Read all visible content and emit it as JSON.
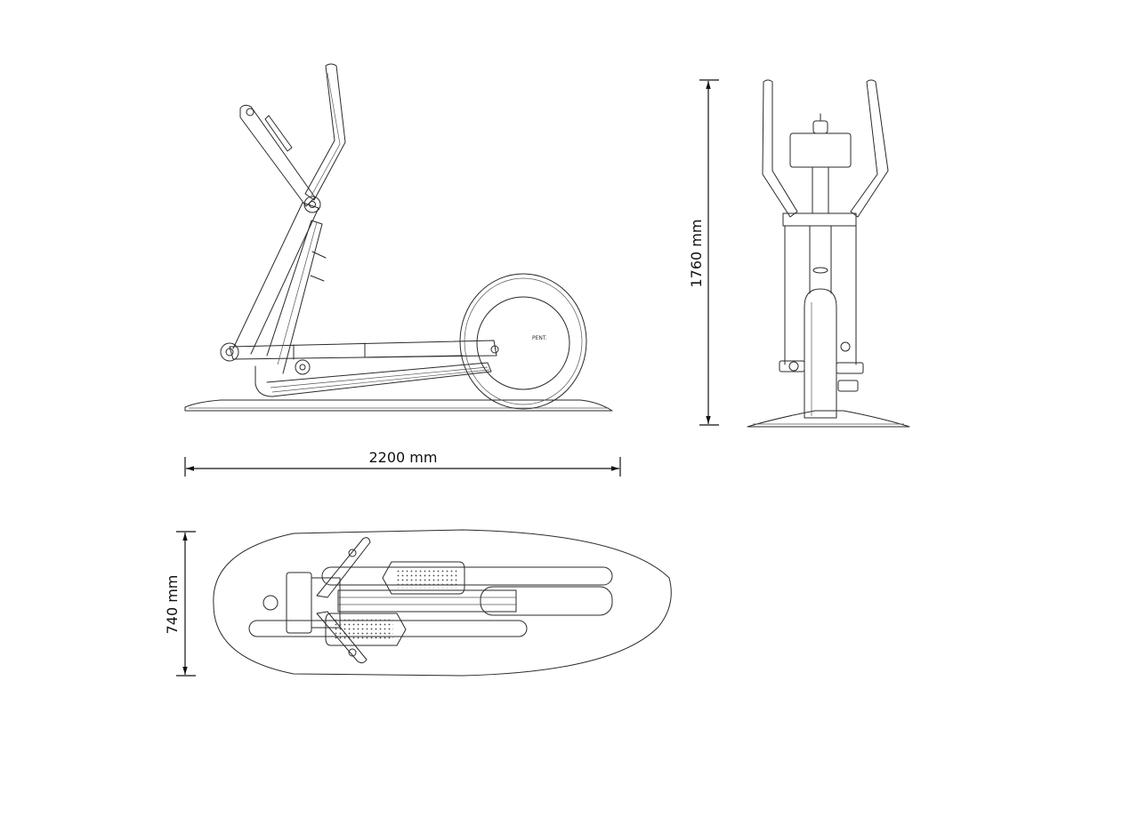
{
  "dimensions": {
    "length": "2200 mm",
    "height": "1760 mm",
    "width": "740 mm"
  },
  "brand_mark": "PENT."
}
